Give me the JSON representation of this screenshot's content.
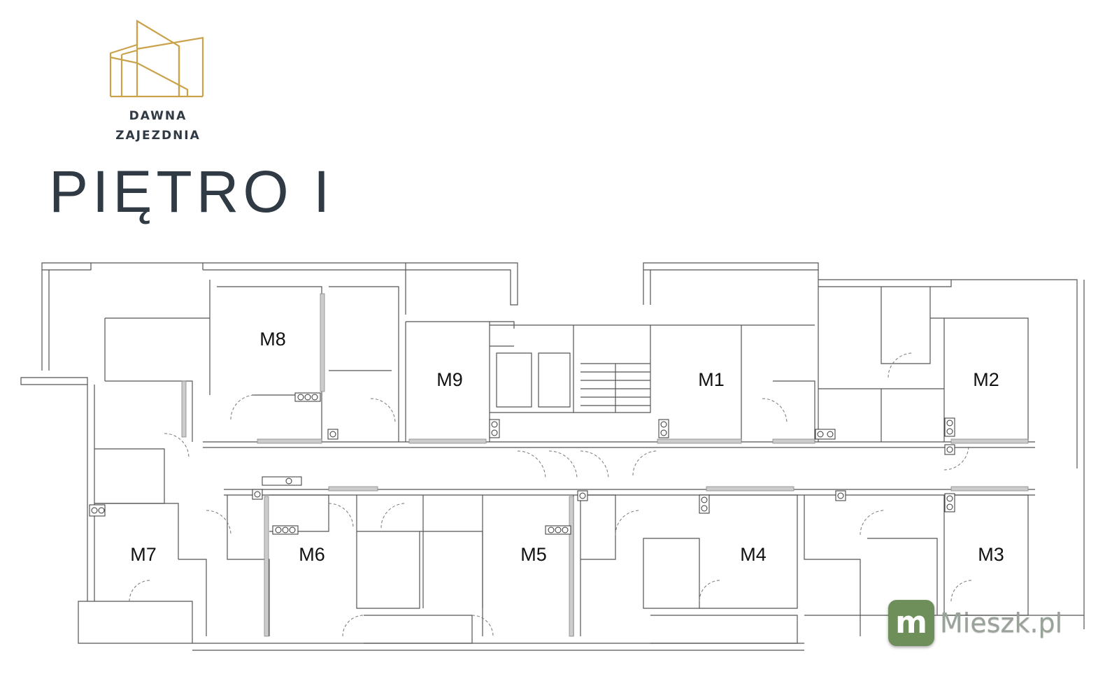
{
  "brand": {
    "name_line1": "DAWNA",
    "name_line2": "ZAJEZDNIA",
    "logo_color": "#c9a24a"
  },
  "floor_title": "PIĘTRO I",
  "units": [
    "M8",
    "M9",
    "M1",
    "M2",
    "M7",
    "M6",
    "M5",
    "M4",
    "M3"
  ],
  "watermark": {
    "badge_letter": "m",
    "text": "Mieszk.pl",
    "color": "#6e8e5a"
  }
}
